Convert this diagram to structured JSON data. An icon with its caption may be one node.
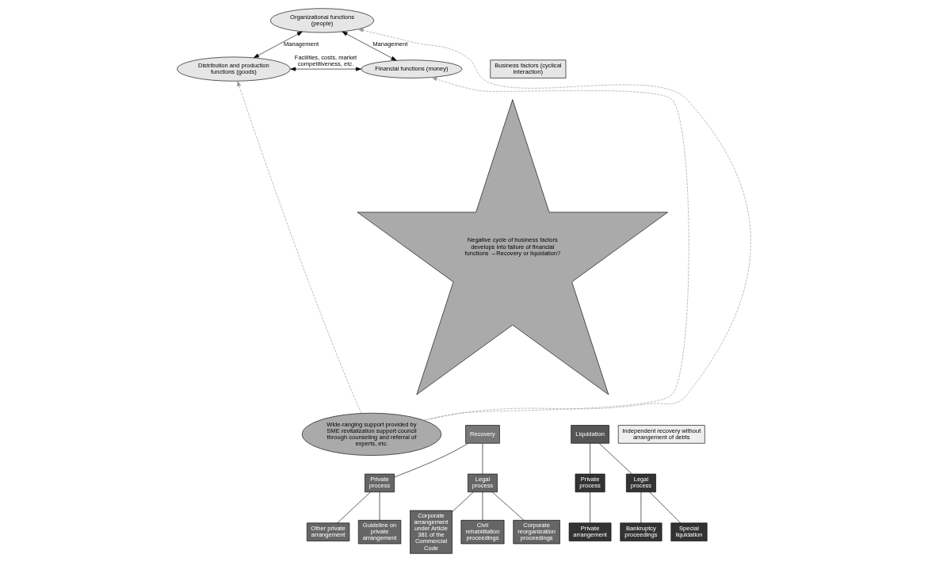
{
  "diagram": {
    "nodes": [
      {
        "text": [
          "Organizational functions (people)"
        ]
      },
      {
        "text": [
          "Business factors (cyclical interaction)"
        ]
      },
      {
        "text": [
          "Distribution and production functions (goods)"
        ]
      },
      {
        "text": [
          "Financial functions (money)"
        ]
      },
      {
        "text": [
          "Negative cycle of business factors develops into failure of financial functions →Recovery or liquidation?"
        ]
      },
      {
        "text": [
          "Recovery"
        ]
      },
      {
        "text": [
          "Liquidation"
        ]
      },
      {
        "text": [
          "Independent recovery without arrangement of debts"
        ]
      },
      {
        "text": [
          "Wide-ranging support provided by SME revitalization support council through counseling and referral of experts, etc."
        ]
      },
      {
        "text": [
          "Private process"
        ]
      },
      {
        "text": [
          "Legal process"
        ]
      },
      {
        "text": [
          "Private process"
        ]
      },
      {
        "text": [
          "Legal process"
        ]
      },
      {
        "text": [
          "Other private arrangement"
        ]
      },
      {
        "text": [
          "Guideline on private arrangement"
        ]
      },
      {
        "text": [
          "Corporate arrangement under Article 381 of the Commercial Code"
        ]
      },
      {
        "text": [
          "Civil rehabilitation proceedings"
        ]
      },
      {
        "text": [
          "Corporate reorganization proceedings"
        ]
      },
      {
        "text": [
          "Private arrangement"
        ]
      },
      {
        "text": [
          "Bankruptcy proceedings"
        ]
      },
      {
        "text": [
          "Special liquidation"
        ]
      }
    ],
    "edges": [
      {
        "from": 0,
        "to": 2,
        "arrow": "both",
        "label": "Management"
      },
      {
        "from": 0,
        "to": 3,
        "arrow": "both",
        "label": "Management"
      },
      {
        "from": 2,
        "to": 3,
        "arrow": "both",
        "label": "Facilities, costs, market competitiveness, etc."
      },
      {
        "from": 8,
        "to": 2,
        "arrow": "to",
        "style": "dashed",
        "color": "#999999"
      },
      {
        "from": 8,
        "to": 0,
        "arrow": "to",
        "style": "dashed",
        "color": "#999999"
      },
      {
        "from": 8,
        "to": 3,
        "arrow": "to",
        "style": "dashed",
        "color": "#999999"
      },
      {
        "from": 5,
        "to": 9,
        "arrow": "none"
      },
      {
        "from": 5,
        "to": 10,
        "arrow": "none"
      },
      {
        "from": 6,
        "to": 11,
        "arrow": "none"
      },
      {
        "from": 6,
        "to": 12,
        "arrow": "none"
      },
      {
        "from": 9,
        "to": 13,
        "arrow": "none"
      },
      {
        "from": 9,
        "to": 14,
        "arrow": "none"
      },
      {
        "from": 10,
        "to": 15,
        "arrow": "none"
      },
      {
        "from": 10,
        "to": 16,
        "arrow": "none"
      },
      {
        "from": 10,
        "to": 17,
        "arrow": "none"
      },
      {
        "from": 11,
        "to": 18,
        "arrow": "none"
      },
      {
        "from": 12,
        "to": 19,
        "arrow": "none"
      },
      {
        "from": 12,
        "to": 20,
        "arrow": "none"
      }
    ]
  }
}
